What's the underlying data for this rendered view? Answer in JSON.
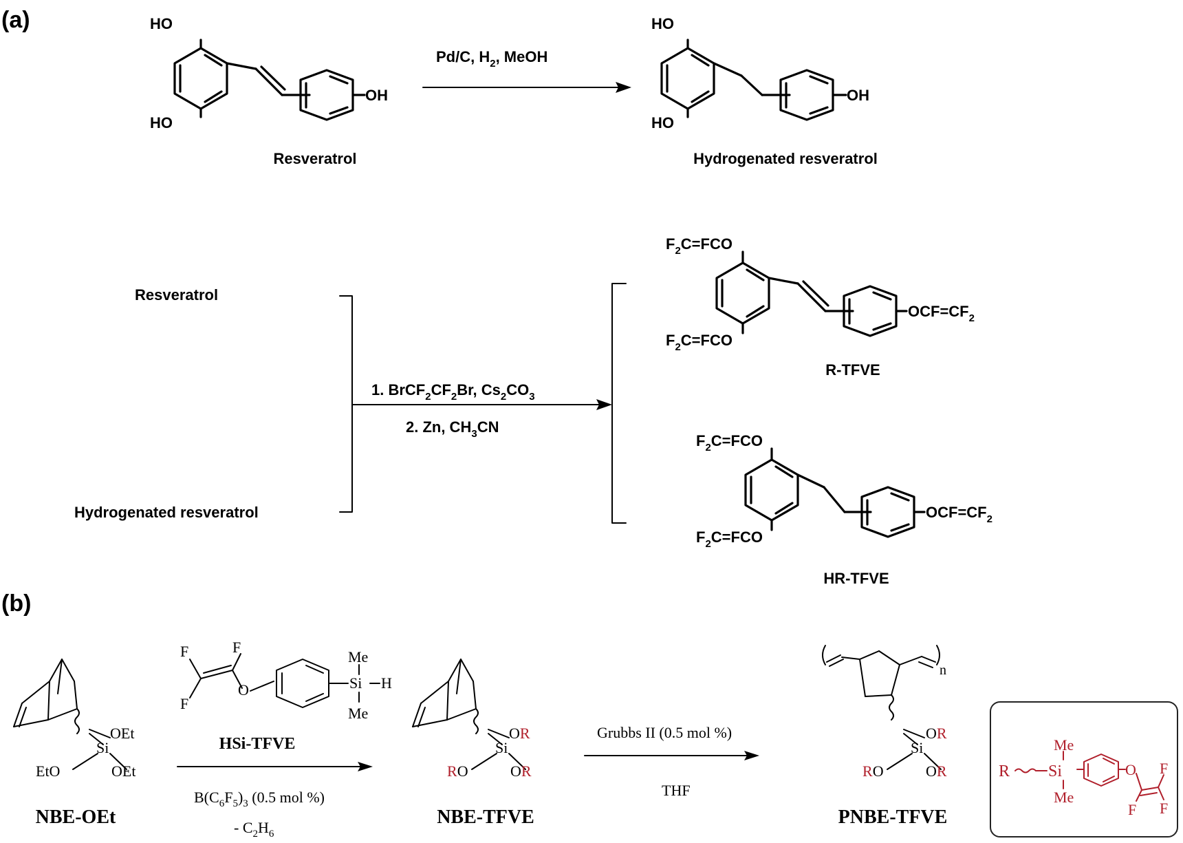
{
  "panel_a": {
    "label": "(a)",
    "resveratrol": {
      "name": "Resveratrol",
      "ho_top": "HO",
      "ho_bottom": "HO",
      "oh_right": "OH"
    },
    "hydrogenated": {
      "name": "Hydrogenated resveratrol",
      "ho_top": "HO",
      "ho_bottom": "HO",
      "oh_right": "OH"
    },
    "hydrogenation_conditions": {
      "text": "Pd/C, H",
      "sub": "2",
      "tail": ", MeOH"
    },
    "start_list": [
      "Resveratrol",
      "Hydrogenated resveratrol"
    ],
    "step1": {
      "t1": "1. BrCF",
      "s1": "2",
      "t2": "CF",
      "s2": "2",
      "t3": "Br, Cs",
      "s3": "2",
      "t4": "CO",
      "s4": "3"
    },
    "step2": {
      "t1": "2. Zn, CH",
      "s1": "3",
      "t2": "CN"
    },
    "r_tfve": {
      "name": "R-TFVE"
    },
    "hr_tfve": {
      "name": "HR-TFVE"
    },
    "tfve_group": {
      "f2c": "F",
      "two": "2",
      "rest": "C=FCO",
      "oc": "OCF=CF"
    }
  },
  "panel_b": {
    "label": "(b)",
    "nbe_oet": {
      "name": "NBE-OEt",
      "si": "Si",
      "oet": "OEt",
      "eto": "EtO"
    },
    "hsi_tfve": {
      "name": "HSi-TFVE",
      "f": "F",
      "o": "O",
      "me": "Me",
      "si": "Si",
      "h": "H"
    },
    "cond1": {
      "b": "B(C",
      "s1": "6",
      "f": "F",
      "s2": "5",
      "tail": ")",
      "s3": "3",
      "rest": " (0.5 mol %)",
      "minus": "- C",
      "s4": "2",
      "h": "H",
      "s5": "6"
    },
    "nbe_tfve": {
      "name": "NBE-TFVE",
      "or": "OR",
      "ro": "RO",
      "si": "Si"
    },
    "cond2": {
      "top": "Grubbs II (0.5 mol %)",
      "bottom": "THF"
    },
    "pnbe_tfve": {
      "name": "PNBE-TFVE",
      "n": "n"
    },
    "r_def": {
      "r": "R",
      "si": "Si",
      "me": "Me",
      "o": "O",
      "f": "F"
    }
  }
}
